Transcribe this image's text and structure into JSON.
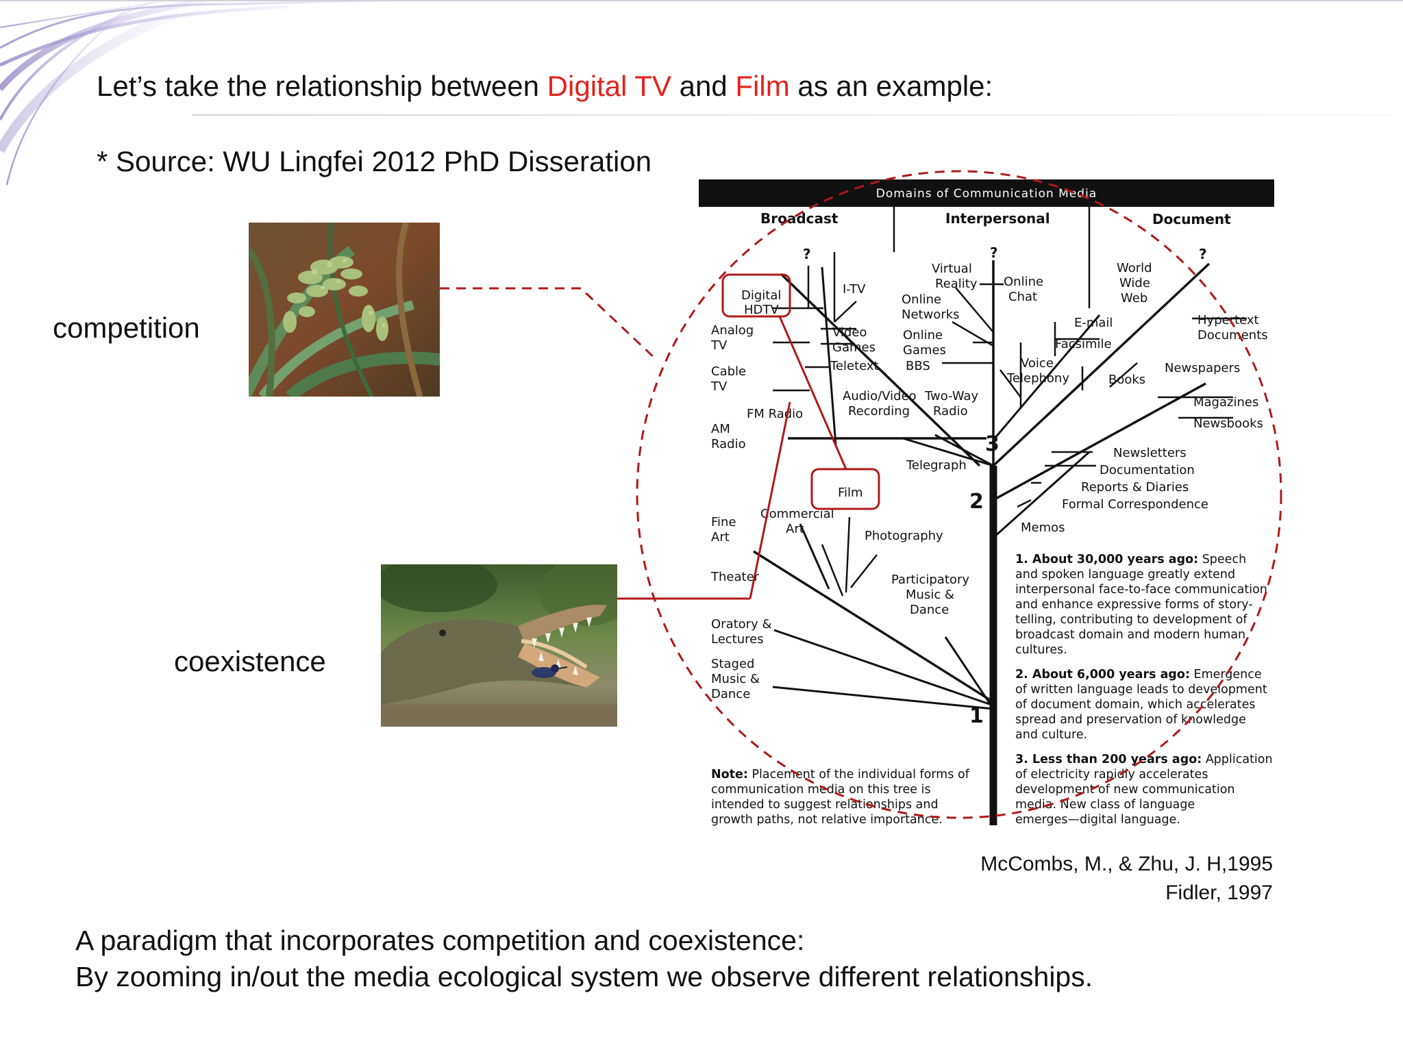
{
  "slide": {
    "title": {
      "part1": "Let’s take the relationship between ",
      "hl1": "Digital TV",
      "part2": " and ",
      "hl2": "Film",
      "part3": " as an example:"
    },
    "source": "* Source: WU Lingfei 2012 PhD Disseration",
    "labels": {
      "competition": "competition",
      "coexistence": "coexistence"
    },
    "citations": [
      "McCombs, M., & Zhu, J. H,1995",
      "Fidler, 1997"
    ],
    "bottom": [
      "A paradigm that incorporates competition and coexistence:",
      "By zooming in/out the media ecological system we observe different relationships."
    ],
    "colors": {
      "highlight": "#e3221b",
      "annotation": "#b01818"
    }
  },
  "diagram": {
    "banner": "Domains of Communication Media",
    "domains": {
      "broadcast": "Broadcast",
      "interpersonal": "Interpersonal",
      "document": "Document"
    },
    "q": "?",
    "numbers": {
      "n1": "1",
      "n2": "2",
      "n3": "3"
    },
    "nodes": {
      "digital_hdtv_1": "Digital",
      "digital_hdtv_2": "HDTV",
      "itv": "I-TV",
      "analog_1": "Analog",
      "analog_2": "TV",
      "video_games_1": "Video",
      "video_games_2": "Games",
      "teletext": "Teletext",
      "cable_1": "Cable",
      "cable_2": "TV",
      "fm_radio": "FM Radio",
      "am_1": "AM",
      "am_2": "Radio",
      "vr_1": "Virtual",
      "vr_2": "Reality",
      "online_networks_1": "Online",
      "online_networks_2": "Networks",
      "online_games_1": "Online",
      "online_games_2": "Games",
      "bbs": "BBS",
      "online_chat_1": "Online",
      "online_chat_2": "Chat",
      "av_1": "Audio/Video",
      "av_2": "Recording",
      "twoway_1": "Two-Way",
      "twoway_2": "Radio",
      "voice_1": "Voice",
      "voice_2": "Telephony",
      "telegraph": "Telegraph",
      "www_1": "World",
      "www_2": "Wide",
      "www_3": "Web",
      "email": "E-mail",
      "facsimile": "Facsimile",
      "hypertext_1": "Hypertext",
      "hypertext_2": "Documents",
      "books": "Books",
      "newspapers": "Newspapers",
      "magazines": "Magazines",
      "newsbooks": "Newsbooks",
      "newsletters": "Newsletters",
      "documentation": "Documentation",
      "reports": "Reports & Diaries",
      "formal": "Formal Correspondence",
      "memos": "Memos",
      "film": "Film",
      "commercial_1": "Commercial",
      "commercial_2": "Art",
      "photography": "Photography",
      "fine_art_1": "Fine",
      "fine_art_2": "Art",
      "theater": "Theater",
      "participatory_1": "Participatory",
      "participatory_2": "Music &",
      "participatory_3": "Dance",
      "oratory_1": "Oratory &",
      "oratory_2": "Lectures",
      "staged_1": "Staged",
      "staged_2": "Music &",
      "staged_3": "Dance"
    },
    "notes": {
      "n1_bold": "1.  About 30,000 years ago:",
      "n1": [
        " Speech",
        "and spoken language greatly extend",
        "interpersonal face-to-face communication",
        "and enhance expressive forms of story-",
        "telling, contributing to development of",
        "broadcast domain and modern human",
        "cultures."
      ],
      "n2_bold": "2.  About 6,000 years ago:",
      "n2": [
        " Emergence",
        "of written language leads to development",
        "of document domain, which accelerates",
        "spread and preservation of knowledge",
        "and culture."
      ],
      "n3_bold": "3.  Less than 200 years ago:",
      "n3": [
        " Application",
        "of electricity rapidly accelerates",
        "development of new communication",
        "media. New class of language",
        "emerges—digital language."
      ],
      "note_bold": "Note:",
      "note": [
        " Placement of the individual forms of",
        "communication media on this tree is",
        "intended to suggest relationships and",
        "growth paths, not relative importance."
      ]
    }
  }
}
